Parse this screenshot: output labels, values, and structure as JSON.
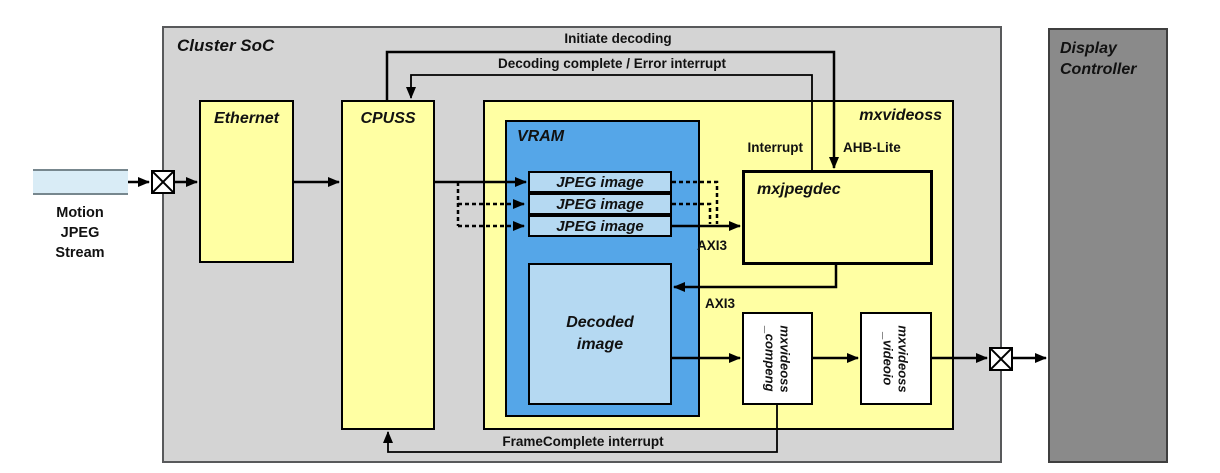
{
  "diagram": {
    "cluster": {
      "label": "Cluster SoC"
    },
    "display_controller": {
      "line1": "Display",
      "line2": "Controller"
    },
    "blocks": {
      "ethernet": {
        "label": "Ethernet"
      },
      "cpuss": {
        "label": "CPUSS"
      },
      "mxvideoss": {
        "label": "mxvideoss"
      },
      "vram": {
        "label": "VRAM"
      },
      "jpeg_images": [
        {
          "label": "JPEG image"
        },
        {
          "label": "JPEG image"
        },
        {
          "label": "JPEG image"
        }
      ],
      "decoded_image": {
        "line1": "Decoded",
        "line2": "image"
      },
      "mxjpegdec": {
        "label": "mxjpegdec"
      },
      "compeng": {
        "line1": "mxvideoss",
        "line2": "_compeng"
      },
      "videoio": {
        "line1": "mxvideoss",
        "line2": "_videoio"
      }
    },
    "wire_labels": {
      "initiate_decoding": "Initiate decoding",
      "decoding_complete": "Decoding complete / Error interrupt",
      "interrupt": "Interrupt",
      "ahb_lite": "AHB-Lite",
      "axi3_in": "AXI3",
      "axi3_out": "AXI3",
      "frame_complete": "FrameComplete interrupt"
    },
    "stream_label": {
      "line1": "Motion",
      "line2": "JPEG",
      "line3": "Stream"
    },
    "colors": {
      "cluster_fill": "#d4d4d4",
      "block_yellow": "#ffffa3",
      "vram_blue": "#55a6e8",
      "image_light_blue": "#b5d9f2",
      "display_gray": "#8a8a8a",
      "stream_bar": "#d9ecf6",
      "wire_black": "#000000"
    }
  }
}
